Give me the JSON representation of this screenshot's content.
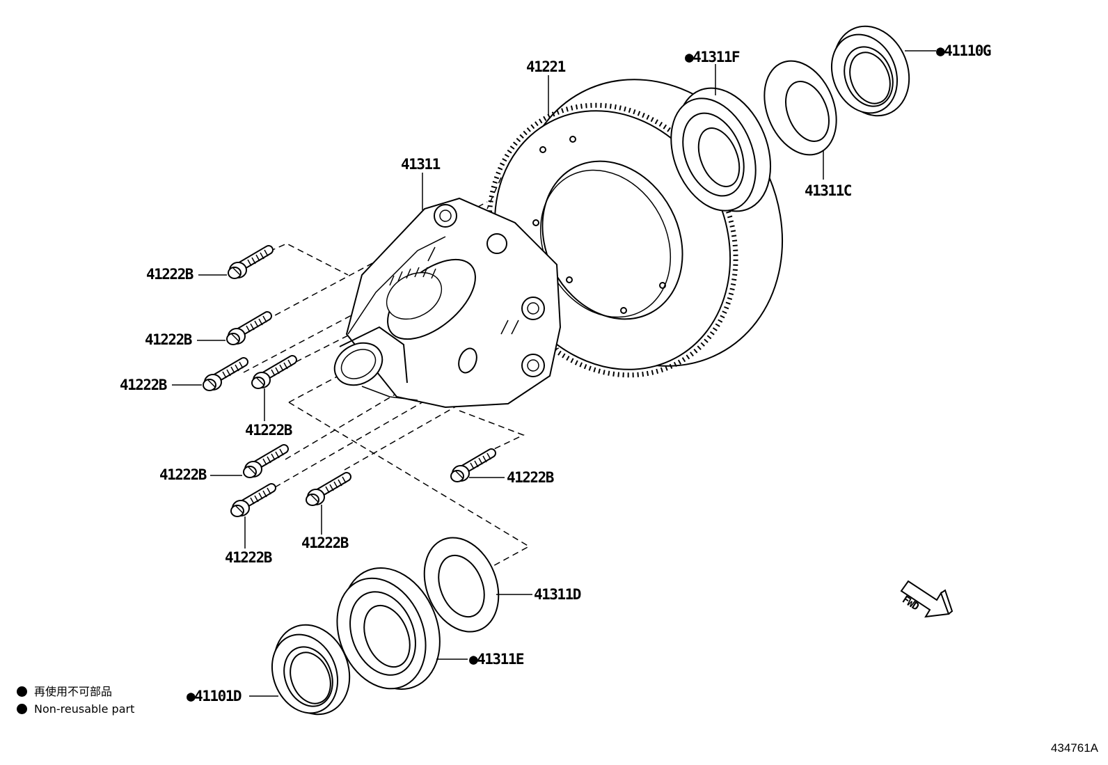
{
  "labels": {
    "gear": "41221",
    "case": "41311",
    "bearing_f": "●41311F",
    "shim_c": "41311C",
    "seal_g": "●41110G",
    "bolt_1": "41222B",
    "bolt_2": "41222B",
    "bolt_3": "41222B",
    "bolt_4": "41222B",
    "bolt_5": "41222B",
    "bolt_6": "41222B",
    "bolt_7": "41222B",
    "bolt_8": "41222B",
    "shim_d": "41311D",
    "bearing_e": "●41311E",
    "seal_d": "●41101D"
  },
  "legend": {
    "jp": "再使用不可部品",
    "en": "Non-reusable part"
  },
  "fwd_arrow": "FWD",
  "diagram_id": "434761A"
}
